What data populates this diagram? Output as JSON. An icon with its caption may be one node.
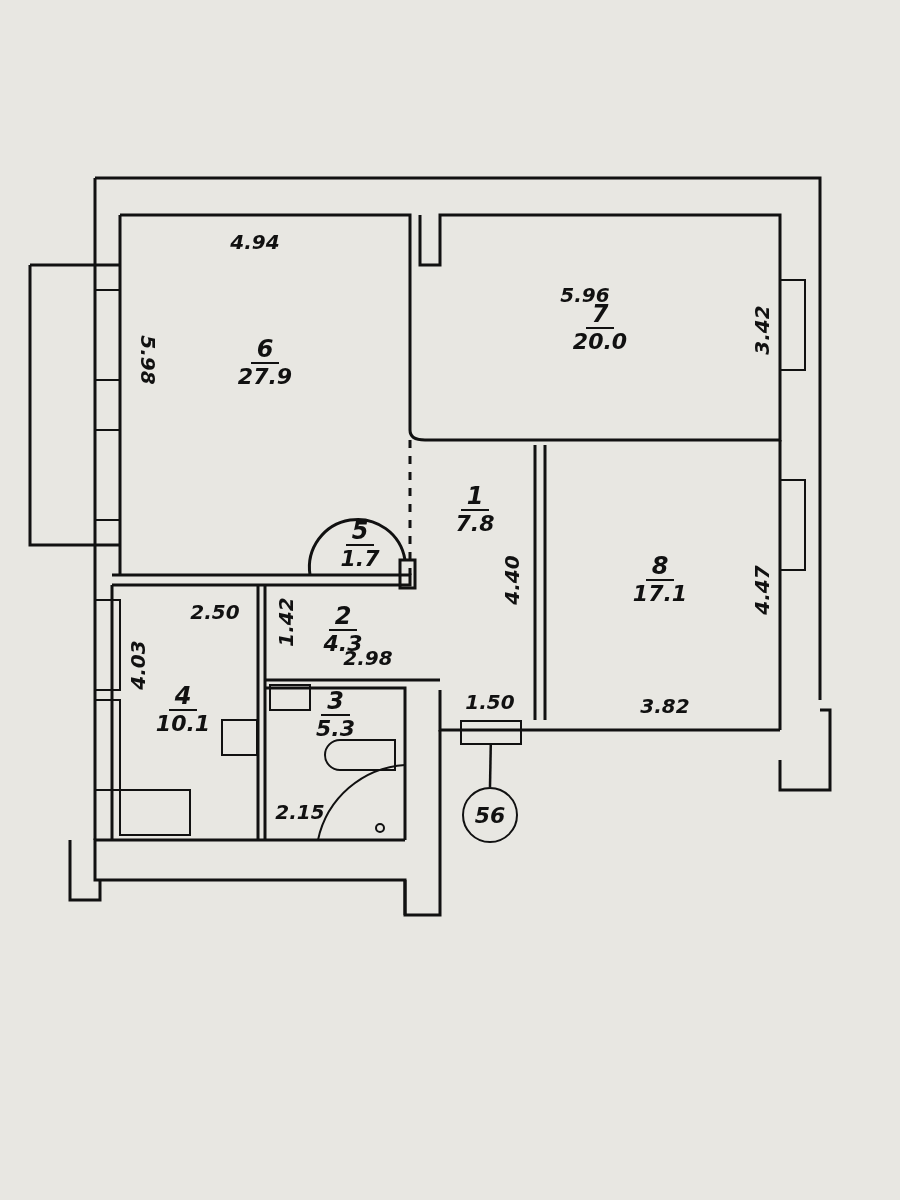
{
  "diagram": {
    "nodes": [
      {
        "text": [
          "6",
          "27.9"
        ]
      },
      {
        "text": [
          "7",
          "20.0"
        ]
      },
      {
        "text": [
          "1",
          "7.8"
        ]
      },
      {
        "text": [
          "8",
          "17.1"
        ]
      },
      {
        "text": [
          "5",
          "1.7"
        ]
      },
      {
        "text": [
          "4",
          "10.1"
        ]
      },
      {
        "text": [
          "2",
          "4.3"
        ]
      },
      {
        "text": [
          "3",
          "5.3"
        ]
      },
      {
        "text": [
          "56"
        ]
      },
      {
        "text": [],
        "shape": "box"
      }
    ],
    "edges": [
      {
        "from": 8,
        "to": 9,
        "arrow": "none"
      }
    ],
    "labels": [
      "4.94",
      "5.98",
      "5.96",
      "3.42",
      "4.40",
      "4.47",
      "2.50",
      "4.03",
      "1.42",
      "2.98",
      "1.50",
      "3.82",
      "2.15"
    ]
  }
}
